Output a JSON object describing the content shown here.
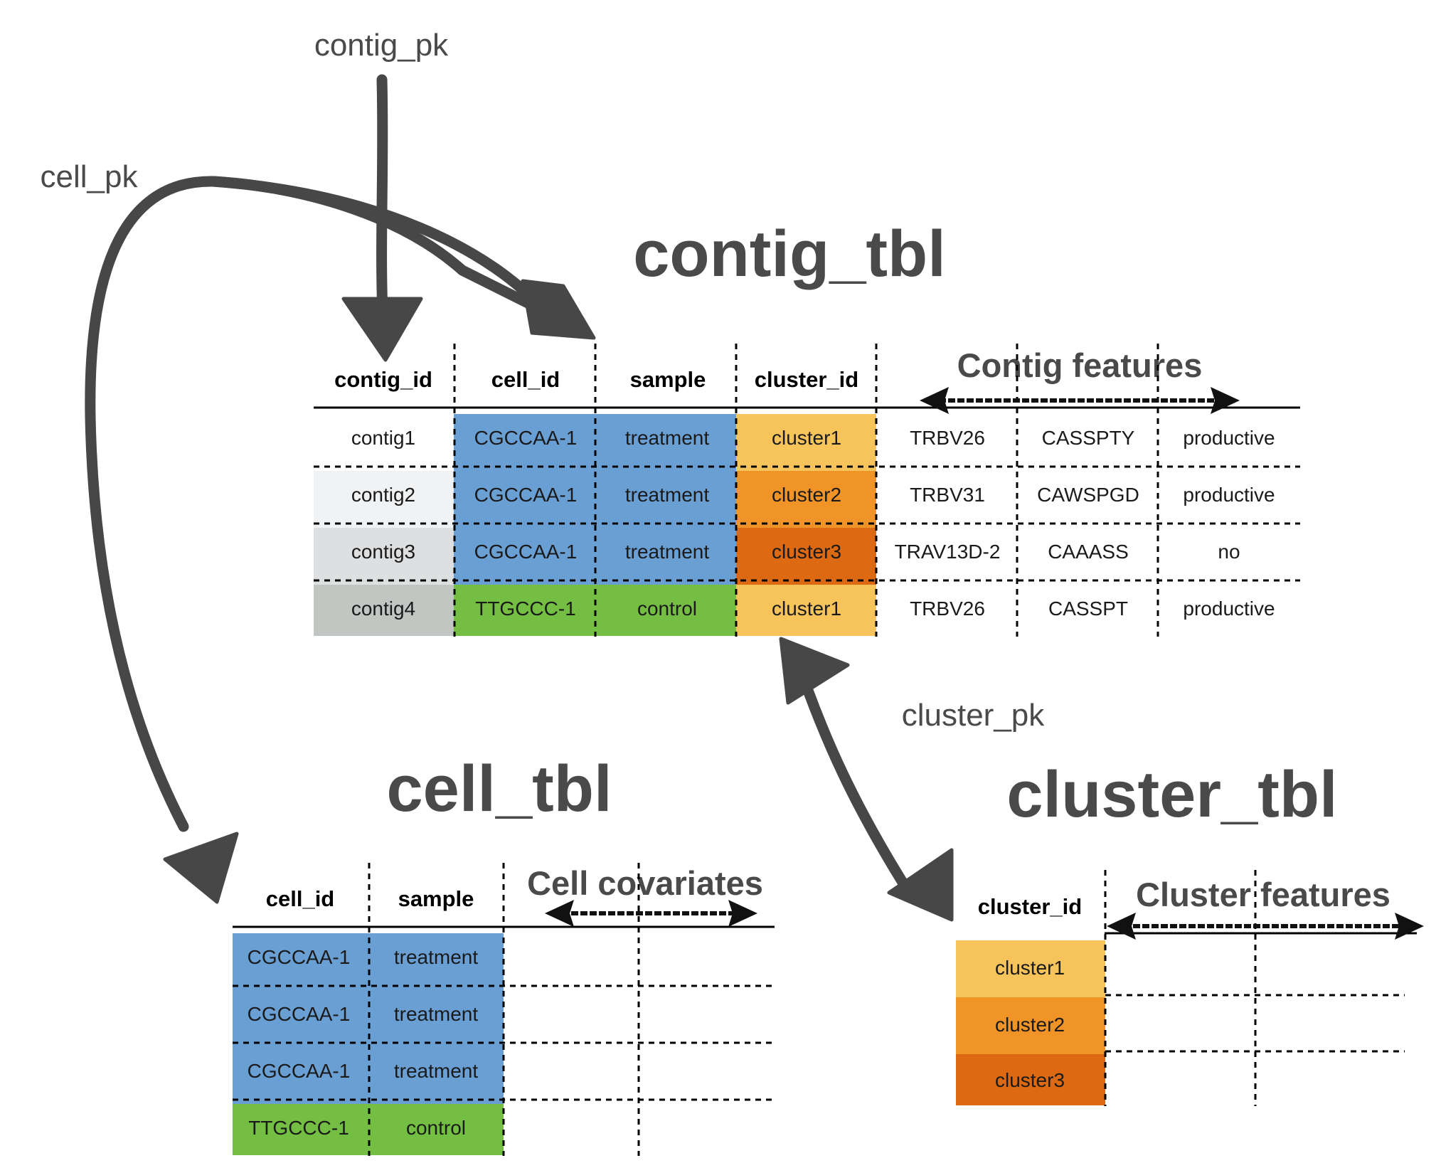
{
  "colors": {
    "blue": "#6a9fd4",
    "green": "#74bf43",
    "orange_light": "#f7c45c",
    "orange_mid": "#f19428",
    "orange_dark": "#dd6a12",
    "gray_1": "#ffffff",
    "gray_2": "#f1f2f4",
    "gray_3": "#dddfe1",
    "gray_4": "#c1c6c3",
    "text_dark": "#4a4a4a"
  },
  "labels": {
    "contig_pk": "contig_pk",
    "cell_pk": "cell_pk",
    "cluster_pk": "cluster_pk"
  },
  "contig_tbl": {
    "title": "contig_tbl",
    "features_label": "Contig features",
    "headers": [
      "contig_id",
      "cell_id",
      "sample",
      "cluster_id"
    ],
    "rows": [
      [
        "contig1",
        "CGCCAA-1",
        "treatment",
        "cluster1",
        "TRBV26",
        "CASSPTY",
        "productive"
      ],
      [
        "contig2",
        "CGCCAA-1",
        "treatment",
        "cluster2",
        "TRBV31",
        "CAWSPGD",
        "productive"
      ],
      [
        "contig3",
        "CGCCAA-1",
        "treatment",
        "cluster3",
        "TRAV13D-2",
        "CAAASS",
        "no"
      ],
      [
        "contig4",
        "TTGCCC-1",
        "control",
        "cluster1",
        "TRBV26",
        "CASSPT",
        "productive"
      ]
    ]
  },
  "cell_tbl": {
    "title": "cell_tbl",
    "features_label": "Cell covariates",
    "headers": [
      "cell_id",
      "sample"
    ],
    "rows": [
      [
        "CGCCAA-1",
        "treatment"
      ],
      [
        "CGCCAA-1",
        "treatment"
      ],
      [
        "CGCCAA-1",
        "treatment"
      ],
      [
        "TTGCCC-1",
        "control"
      ]
    ]
  },
  "cluster_tbl": {
    "title": "cluster_tbl",
    "features_label": "Cluster features",
    "headers": [
      "cluster_id"
    ],
    "rows": [
      [
        "cluster1"
      ],
      [
        "cluster2"
      ],
      [
        "cluster3"
      ]
    ]
  }
}
